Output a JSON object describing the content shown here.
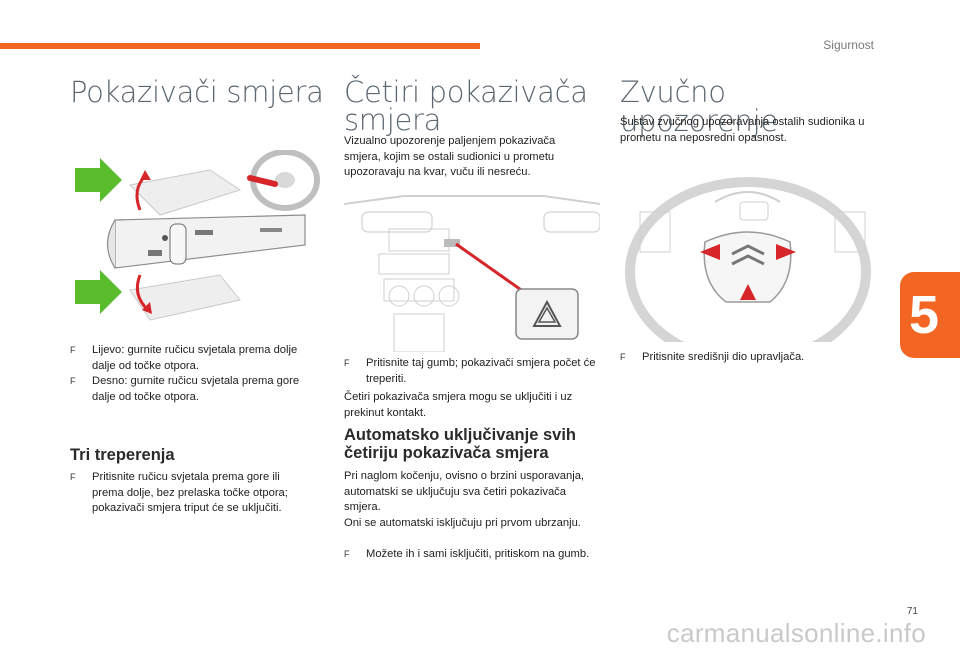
{
  "header": {
    "section": "Sigurnost"
  },
  "chapter": {
    "number": "5"
  },
  "footer": {
    "page_number": "71",
    "watermark": "carmanualsonline.info"
  },
  "columns": {
    "left": {
      "title": "Pokazivači smjera",
      "bullets": [
        "Lijevo: gurnite ručicu svjetala prema dolje dalje od točke otpora.",
        "Desno: gurnite ručicu svjetala prema gore dalje od točke otpora."
      ],
      "subheading": "Tri treperenja",
      "sub_bullets": [
        "Pritisnite ručicu svjetala prema gore ili prema dolje, bez prelaska točke otpora; pokazivači smjera triput će se uključiti."
      ]
    },
    "middle": {
      "title_line1": "Četiri pokazivača",
      "title_line2": "smjera",
      "intro": "Vizualno upozorenje paljenjem pokazivača smjera, kojim se ostali sudionici u prometu upozoravaju na kvar, vuču ili nesreću.",
      "bullet": "Pritisnite taj gumb; pokazivači smjera počet će treperiti.",
      "para": "Četiri pokazivača smjera mogu se uključiti i uz prekinut kontakt.",
      "subheading": "Automatsko uključivanje svih četiriju pokazivača smjera",
      "para2_line1": "Pri naglom kočenju, ovisno o brzini usporavanja, automatski se uključuju sva četiri pokazivača smjera.",
      "para2_line2": "Oni se automatski isključuju pri prvom ubrzanju.",
      "bullet2": "Možete ih i sami isključiti, pritiskom na gumb."
    },
    "right": {
      "title": "Zvučno upozorenje",
      "intro": "Sustav zvučnog upozoravanja ostalih sudionika u prometu na neposredni opasnost.",
      "bullet": "Pritisnite središnji dio upravljača."
    }
  },
  "bullet_glyph": "F",
  "colors": {
    "accent": "#f26522",
    "green_arrow": "#5bbd2b",
    "red_arrow": "#d7262a"
  }
}
